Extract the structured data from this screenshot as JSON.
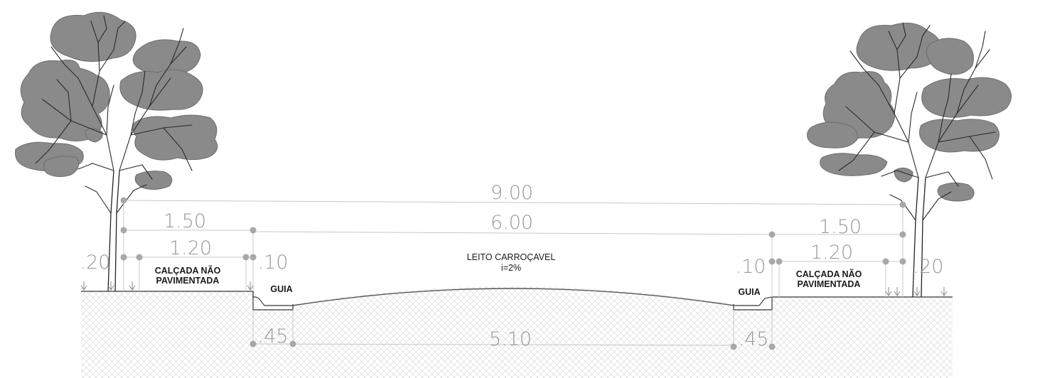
{
  "dimensions": {
    "total_width": "9.00",
    "road_width": "6.00",
    "sidewalk_left_outer": "1.50",
    "sidewalk_left_inner": "1.20",
    "sidewalk_right_outer": "1.50",
    "sidewalk_right_inner": "1.20",
    "edge_left": ".20",
    "edge_right": ".20",
    "curb_left": ".10",
    "curb_right": ".10",
    "gutter_left": ".45",
    "gutter_right": ".45",
    "carriageway_inner": "5.10"
  },
  "labels": {
    "roadway_title": "LEITO CARROÇAVEL",
    "roadway_slope": "i=2%",
    "sidewalk_left_line1": "CALÇADA NÃO",
    "sidewalk_left_line2": "PAVIMENTADA",
    "sidewalk_right_line1": "CALÇADA NÃO",
    "sidewalk_right_line2": "PAVIMENTADA",
    "curb_left": "GUIA",
    "curb_right": "GUIA"
  },
  "colors": {
    "foliage": "#8a8a8a",
    "dimension_text": "#9a9a9a",
    "label_text": "#1a1a1a",
    "soil_hatch": "#cfcfcf"
  }
}
